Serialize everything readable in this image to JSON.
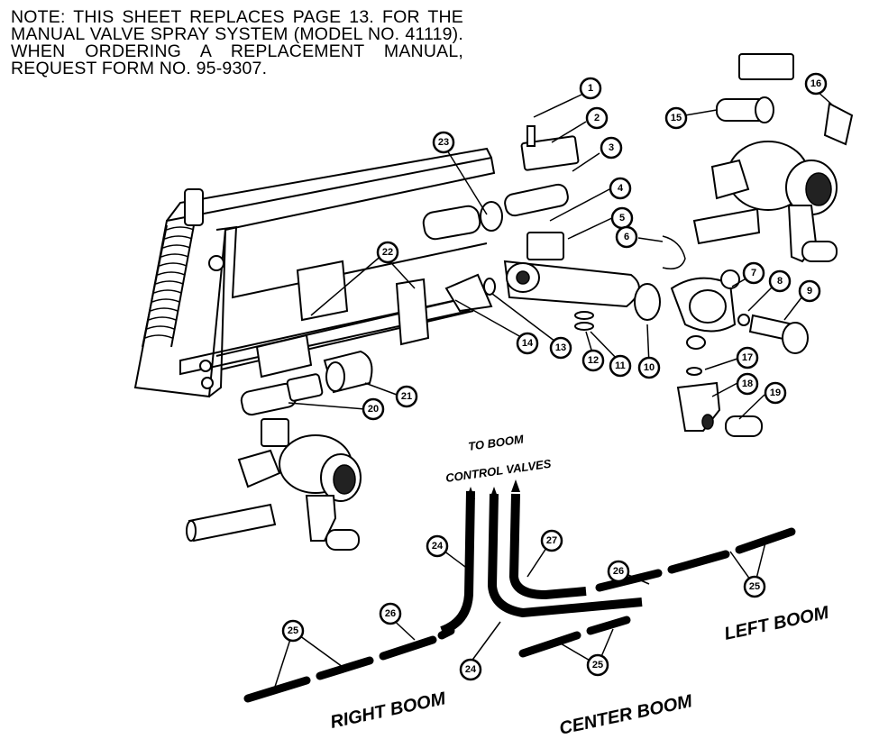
{
  "note": "NOTE: THIS SHEET REPLACES PAGE 13. FOR THE MANUAL VALVE SPRAY SYSTEM (MODEL NO. 41119). WHEN ORDERING A REPLACEMENT MANUAL, REQUEST FORM NO. 95-9307.",
  "labels": {
    "to_boom_line1": "TO BOOM",
    "to_boom_line2": "CONTROL VALVES",
    "left_boom": "LEFT BOOM",
    "right_boom": "RIGHT BOOM",
    "center_boom": "CENTER BOOM"
  },
  "callouts": [
    {
      "id": "c1",
      "num": "1"
    },
    {
      "id": "c2",
      "num": "2"
    },
    {
      "id": "c3",
      "num": "3"
    },
    {
      "id": "c4",
      "num": "4"
    },
    {
      "id": "c5",
      "num": "5"
    },
    {
      "id": "c6",
      "num": "6"
    },
    {
      "id": "c7",
      "num": "7"
    },
    {
      "id": "c8",
      "num": "8"
    },
    {
      "id": "c9",
      "num": "9"
    },
    {
      "id": "c10",
      "num": "10"
    },
    {
      "id": "c11",
      "num": "11"
    },
    {
      "id": "c12",
      "num": "12"
    },
    {
      "id": "c13",
      "num": "13"
    },
    {
      "id": "c14",
      "num": "14"
    },
    {
      "id": "c15",
      "num": "15"
    },
    {
      "id": "c16",
      "num": "16"
    },
    {
      "id": "c17",
      "num": "17"
    },
    {
      "id": "c18",
      "num": "18"
    },
    {
      "id": "c19",
      "num": "19"
    },
    {
      "id": "c20",
      "num": "20"
    },
    {
      "id": "c21",
      "num": "21"
    },
    {
      "id": "c22",
      "num": "22"
    },
    {
      "id": "c23",
      "num": "23"
    },
    {
      "id": "c24a",
      "num": "24"
    },
    {
      "id": "c24b",
      "num": "24"
    },
    {
      "id": "c25a",
      "num": "25"
    },
    {
      "id": "c25b",
      "num": "25"
    },
    {
      "id": "c25c",
      "num": "25"
    },
    {
      "id": "c26a",
      "num": "26"
    },
    {
      "id": "c26b",
      "num": "26"
    },
    {
      "id": "c27",
      "num": "27"
    }
  ]
}
